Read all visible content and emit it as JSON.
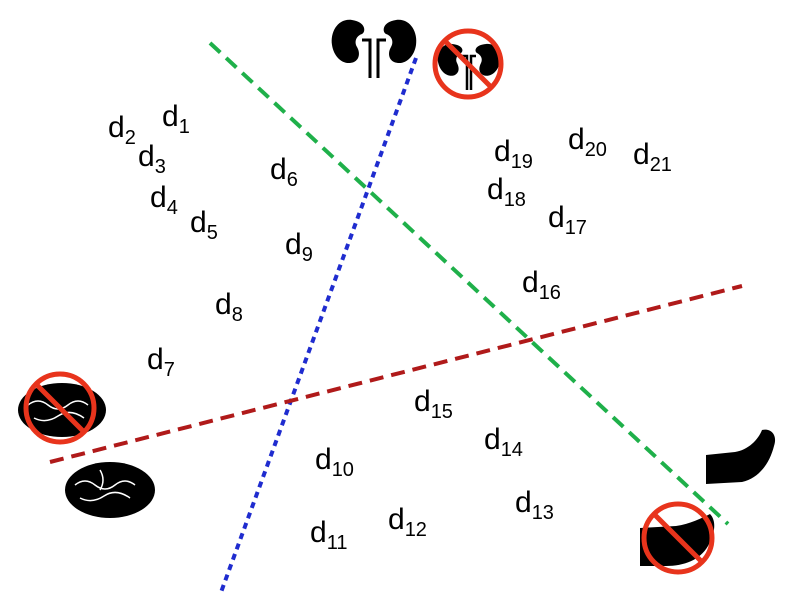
{
  "points": [
    {
      "base": "d",
      "sub": "1"
    },
    {
      "base": "d",
      "sub": "2"
    },
    {
      "base": "d",
      "sub": "3"
    },
    {
      "base": "d",
      "sub": "4"
    },
    {
      "base": "d",
      "sub": "5"
    },
    {
      "base": "d",
      "sub": "6"
    },
    {
      "base": "d",
      "sub": "7"
    },
    {
      "base": "d",
      "sub": "8"
    },
    {
      "base": "d",
      "sub": "9"
    },
    {
      "base": "d",
      "sub": "10"
    },
    {
      "base": "d",
      "sub": "11"
    },
    {
      "base": "d",
      "sub": "12"
    },
    {
      "base": "d",
      "sub": "13"
    },
    {
      "base": "d",
      "sub": "14"
    },
    {
      "base": "d",
      "sub": "15"
    },
    {
      "base": "d",
      "sub": "16"
    },
    {
      "base": "d",
      "sub": "17"
    },
    {
      "base": "d",
      "sub": "18"
    },
    {
      "base": "d",
      "sub": "19"
    },
    {
      "base": "d",
      "sub": "20"
    },
    {
      "base": "d",
      "sub": "21"
    }
  ],
  "dividers": [
    {
      "name": "blue-divider-line",
      "color": "#1f2ccf",
      "style": "dotted"
    },
    {
      "name": "green-divider-line",
      "color": "#1fb04a",
      "style": "dashed"
    },
    {
      "name": "red-divider-line",
      "color": "#b01a1a",
      "style": "dashed"
    }
  ],
  "icons": [
    {
      "name": "kidneys-icon",
      "negated": false
    },
    {
      "name": "no-kidneys-icon",
      "negated": true
    },
    {
      "name": "brain-icon",
      "negated": false
    },
    {
      "name": "no-brain-icon",
      "negated": true
    },
    {
      "name": "foot-icon",
      "negated": false
    },
    {
      "name": "no-foot-icon",
      "negated": true
    }
  ],
  "colors": {
    "prohibition": "#e8341c",
    "icon_fill": "#000000"
  }
}
